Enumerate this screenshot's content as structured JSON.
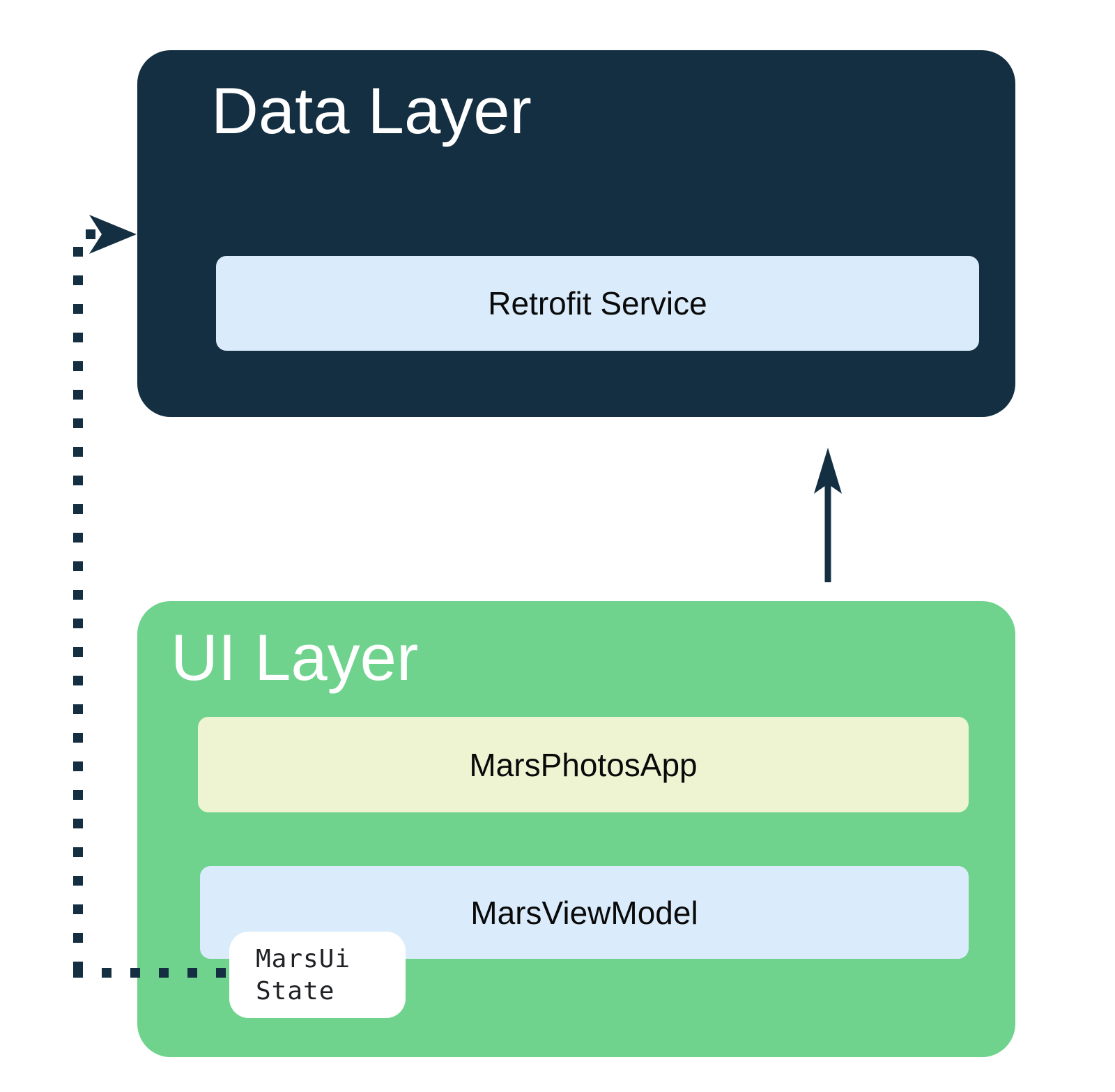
{
  "colors": {
    "navy": "#142F41",
    "light_blue": "#DAEBFB",
    "green": "#6FD38D",
    "cream": "#EEF4D2",
    "white": "#FFFFFF",
    "label_text": "#0A0A0A",
    "mono_text": "#202124"
  },
  "icons": {
    "solid_up_arrow": "up-arrow",
    "dotted_arrowhead": "right-chevron-arrow",
    "dotted_line": "square-dotted-path"
  },
  "data_layer": {
    "title": "Data Layer",
    "children": [
      {
        "label": "Retrofit Service"
      }
    ]
  },
  "ui_layer": {
    "title": "UI Layer",
    "children": [
      {
        "label": "MarsPhotosApp"
      },
      {
        "label": "MarsViewModel"
      }
    ],
    "state_badge": {
      "line1": "MarsUi",
      "line2": "State"
    }
  }
}
